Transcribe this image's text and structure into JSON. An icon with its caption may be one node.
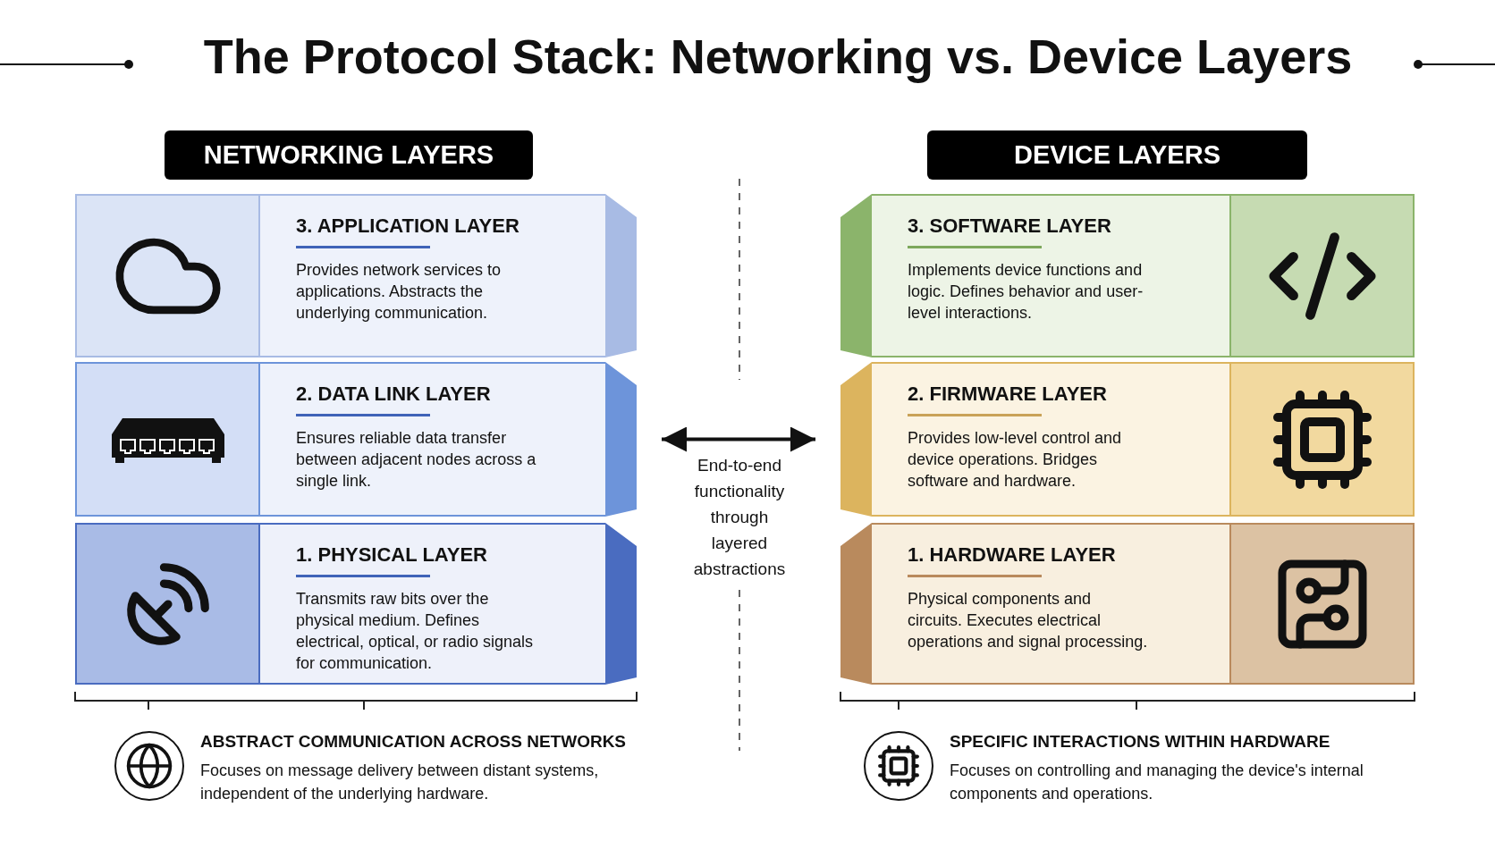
{
  "diagram": {
    "title": "The Protocol Stack: Networking vs. Device Layers",
    "nodes": [
      {
        "text": [
          "NETWORKING LAYERS"
        ]
      },
      {
        "text": [
          "3. APPLICATION LAYER",
          "Provides network services to applications. Abstracts the underlying communication."
        ]
      },
      {
        "text": [
          "2. DATA LINK LAYER",
          "Ensures reliable data transfer between adjacent nodes across a single link."
        ]
      },
      {
        "text": [
          "1. PHYSICAL LAYER",
          "Transmits raw bits over the physical medium. Defines electrical, optical, or radio signals for communication."
        ]
      },
      {
        "text": [
          "DEVICE LAYERS"
        ]
      },
      {
        "text": [
          "3. SOFTWARE LAYER",
          "Implements device functions and logic. Defines behavior and user-level interactions."
        ]
      },
      {
        "text": [
          "2. FIRMWARE LAYER",
          "Provides low-level control and device operations. Bridges software and hardware."
        ]
      },
      {
        "text": [
          "1. HARDWARE LAYER",
          "Physical components and circuits. Executes electrical operations and signal processing."
        ]
      }
    ],
    "edges": [
      {
        "from": 2,
        "to": 6,
        "arrow": "both"
      }
    ],
    "labels": [
      "End-to-end functionality through layered abstractions",
      "ABSTRACT COMMUNICATION ACROSS NETWORKS",
      "Focuses on message delivery between distant systems, independent of the underlying hardware.",
      "SPECIFIC INTERACTIONS WITHIN HARDWARE",
      "Focuses on controlling and managing the device's internal components and operations."
    ]
  }
}
